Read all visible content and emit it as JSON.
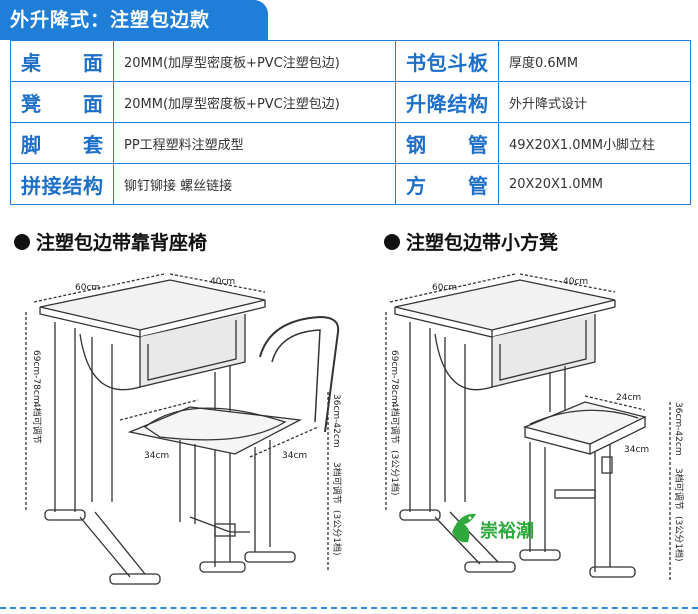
{
  "header": {
    "title": "外升降式：注塑包边款"
  },
  "specs": {
    "rows": [
      {
        "label1": "桌面",
        "value1": "20MM(加厚型密度板+PVC注塑包边)",
        "label2": "书包斗板",
        "value2": "厚度0.6MM"
      },
      {
        "label1": "凳面",
        "value1": "20MM(加厚型密度板+PVC注塑包边)",
        "label2": "升降结构",
        "value2": "外升降式设计"
      },
      {
        "label1": "脚套",
        "value1": "PP工程塑料注塑成型",
        "label2": "钢管",
        "value2": "49X20X1.0MM小脚立柱"
      },
      {
        "label1": "拼接结构",
        "value1": "铆钉铆接 螺丝链接",
        "label2": "方管",
        "value2": "20X20X1.0MM"
      }
    ]
  },
  "left_drawing": {
    "title": "注塑包边带靠背座椅",
    "dim_desk_width": "60cm",
    "dim_desk_depth": "40cm",
    "dim_desk_height": "69cm-78cm",
    "desk_adjust": "4档可调节",
    "seat_width": "34cm",
    "seat_depth": "34cm",
    "seat_height": "36cm-42cm",
    "seat_adjust": "3档可调节",
    "seat_adjust_note": "(3公分1档)"
  },
  "right_drawing": {
    "title": "注塑包边带小方凳",
    "dim_desk_width": "60cm",
    "dim_desk_depth": "40cm",
    "dim_desk_height": "69cm-78cm",
    "desk_adjust": "4档可调节",
    "desk_adjust_note": "(3公分1档)",
    "stool_width": "24cm",
    "stool_depth": "34cm",
    "stool_height": "36cm-42cm",
    "stool_adjust": "3档可调节",
    "stool_adjust_note": "(3公分1档)"
  },
  "logo": {
    "text": "崇裕潮",
    "color": "#2fa83c"
  },
  "colors": {
    "accent": "#1e7ed8",
    "label_text": "#1e6fc8"
  }
}
